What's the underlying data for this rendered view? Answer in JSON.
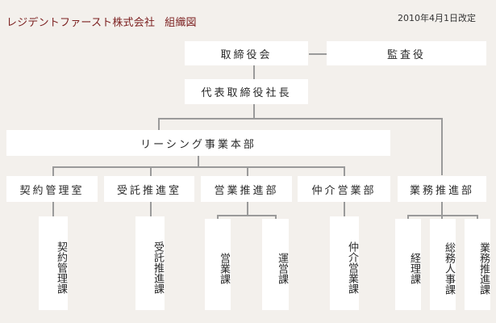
{
  "header": {
    "company": "レジデントファースト株式会社",
    "title": "組織図",
    "date": "2010年4月1日改定"
  },
  "org": {
    "board": "取締役会",
    "auditor": "監査役",
    "ceo": "代表取締役社長",
    "division": "リーシング事業本部",
    "departments": [
      "契約管理室",
      "受託推進室",
      "営業推進部",
      "仲介営業部",
      "業務推進部"
    ],
    "sections": [
      "契約管理課",
      "受託推進課",
      "営業課",
      "運営課",
      "仲介営業課",
      "経理課",
      "総務人事課",
      "業務推進課"
    ]
  }
}
